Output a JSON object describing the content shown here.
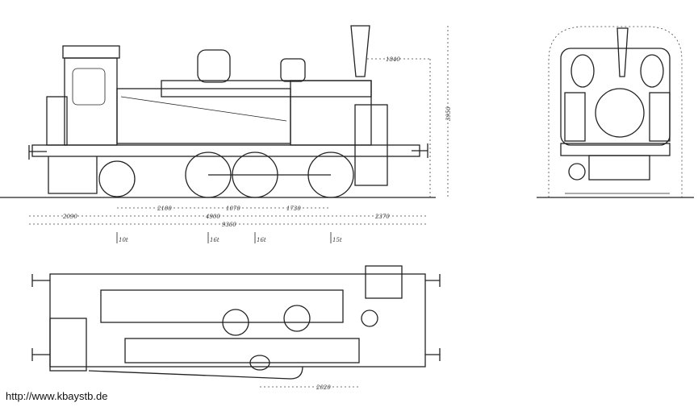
{
  "drawing": {
    "side_view": {
      "dimensions": {
        "wheelbase_1": "2100",
        "wheelbase_2": "1070",
        "wheelbase_3": "1730",
        "rear_overhang": "2090",
        "total_wheelbase": "4900",
        "front_overhang": "2370",
        "overall_length": "9360",
        "chimney_offset": "1840",
        "overall_height": "3950"
      },
      "axle_marks": [
        "10t",
        "16t",
        "16t",
        "15t"
      ]
    },
    "plan_view": {
      "dimensions": {
        "width_dim": "2020"
      }
    }
  },
  "footer": {
    "url": "http://www.kbaystb.de"
  }
}
